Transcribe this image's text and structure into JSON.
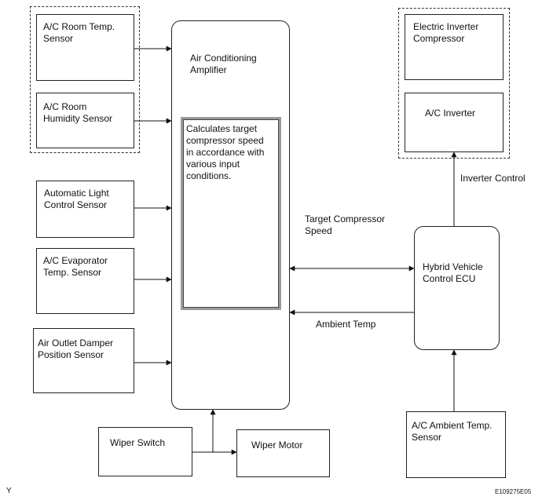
{
  "sensors": {
    "room_temp": "A/C Room Temp.\nSensor",
    "room_humidity": "A/C Room\nHumidity Sensor",
    "auto_light": "Automatic Light\nControl Sensor",
    "evaporator_temp": "A/C Evaporator\nTemp. Sensor",
    "air_outlet_damper": "Air Outlet Damper\nPosition Sensor",
    "ambient_temp": "A/C Ambient Temp.\nSensor"
  },
  "amplifier": {
    "title": "Air Conditioning\nAmplifier",
    "calc_text": "Calculates target\ncompressor speed\nin accordance with\nvarious input\nconditions."
  },
  "compressor_group": {
    "compressor": "Electric Inverter\nCompressor",
    "inverter": "A/C Inverter"
  },
  "ecu": "Hybrid Vehicle\nControl ECU",
  "wiper": {
    "switch": "Wiper Switch",
    "motor": "Wiper Motor"
  },
  "signals": {
    "inverter_control": "Inverter Control",
    "target_speed": "Target Compressor\nSpeed",
    "ambient_temp": "Ambient Temp"
  },
  "footer": {
    "left_mark": "Y",
    "figure_id": "E109275E05"
  }
}
